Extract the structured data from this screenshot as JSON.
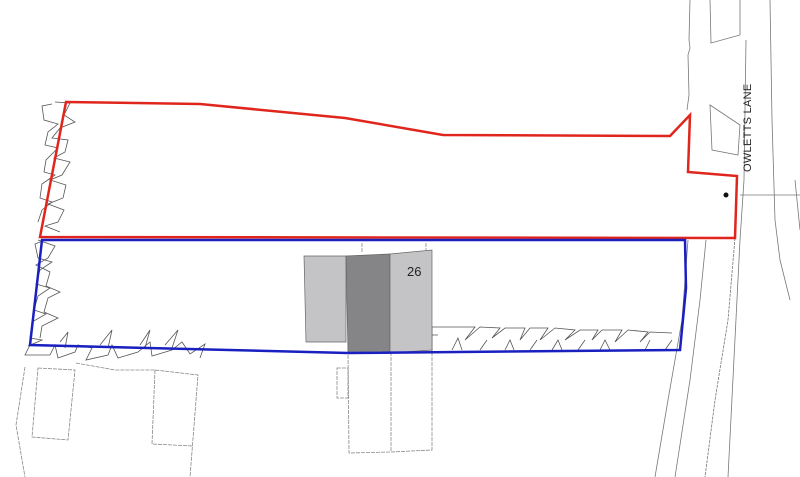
{
  "map": {
    "type": "site location plan",
    "road_name": "OWLETTS LANE",
    "house_number": "26",
    "colors": {
      "red_boundary": "#e0261c",
      "blue_boundary": "#1a1fc0",
      "linework": "#555555",
      "building_light": "#c4c3c6",
      "building_dark": "#858487",
      "background": "#ffffff"
    },
    "boundaries": [
      {
        "name": "red-line-site-boundary",
        "color": "red"
      },
      {
        "name": "blue-line-ownership-boundary",
        "color": "blue"
      }
    ]
  }
}
